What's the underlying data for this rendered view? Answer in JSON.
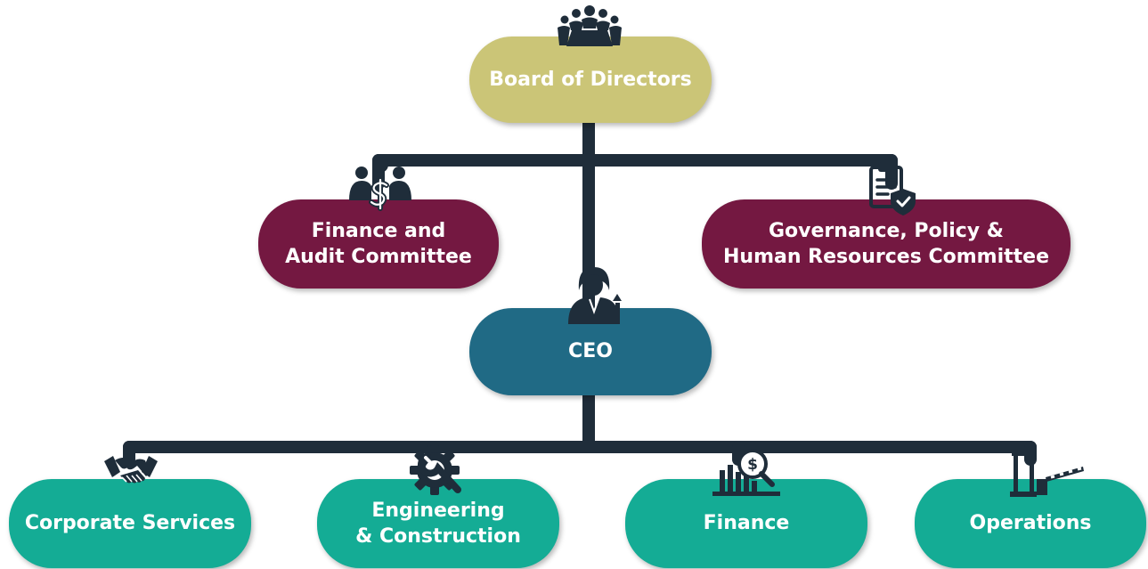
{
  "colors": {
    "board": "#cbc577",
    "committee": "#741841",
    "ceo": "#206a85",
    "department": "#14ac95",
    "connector": "#1f2d3a",
    "icon": "#1f2d3a"
  },
  "board": {
    "label": "Board of Directors",
    "icon": "meeting-table-icon"
  },
  "committees": [
    {
      "label": "Finance and\nAudit Committee",
      "icon": "finance-team-icon"
    },
    {
      "label": "Governance, Policy &\nHuman Resources Committee",
      "icon": "policy-clipboard-shield-icon"
    }
  ],
  "ceo": {
    "label": "CEO",
    "icon": "executive-growth-icon"
  },
  "departments": [
    {
      "label": "Corporate Services",
      "icon": "handshake-icon"
    },
    {
      "label": "Engineering\n& Construction",
      "icon": "gear-wrench-icon"
    },
    {
      "label": "Finance",
      "icon": "dollar-chart-magnifier-icon"
    },
    {
      "label": "Operations",
      "icon": "toll-barrier-icon"
    }
  ]
}
